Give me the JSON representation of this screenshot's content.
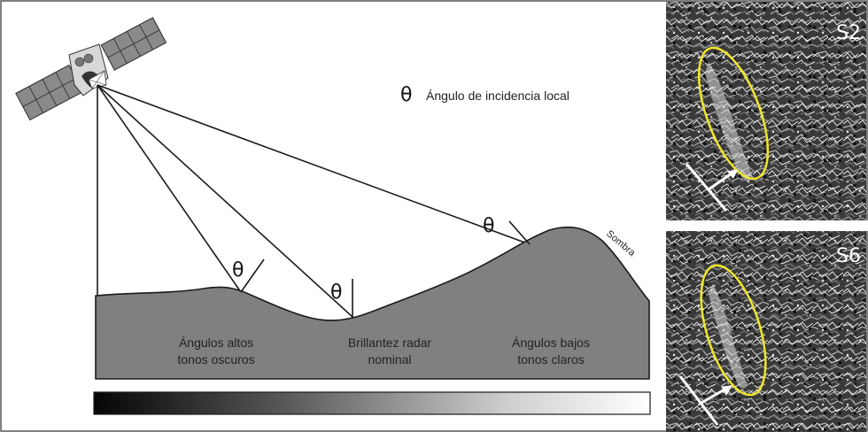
{
  "legend": {
    "symbol": "θ",
    "text": "Ángulo de incidencia local"
  },
  "terrain": {
    "shadow_label": "Sombra",
    "angle_symbol": "θ",
    "regions": [
      {
        "line1": "Ángulos altos",
        "line2": "tonos oscuros"
      },
      {
        "line1": "Brillantez radar",
        "line2": "nominal"
      },
      {
        "line1": "Ángulos bajos",
        "line2": "tonos claros"
      }
    ]
  },
  "colors": {
    "terrain_fill": "#808080",
    "ellipse": "#f0e62a",
    "frame": "#555555",
    "gradient_start": "#050505",
    "gradient_end": "#ffffff"
  },
  "sar_images": [
    {
      "label": "S2"
    },
    {
      "label": "S6"
    }
  ]
}
